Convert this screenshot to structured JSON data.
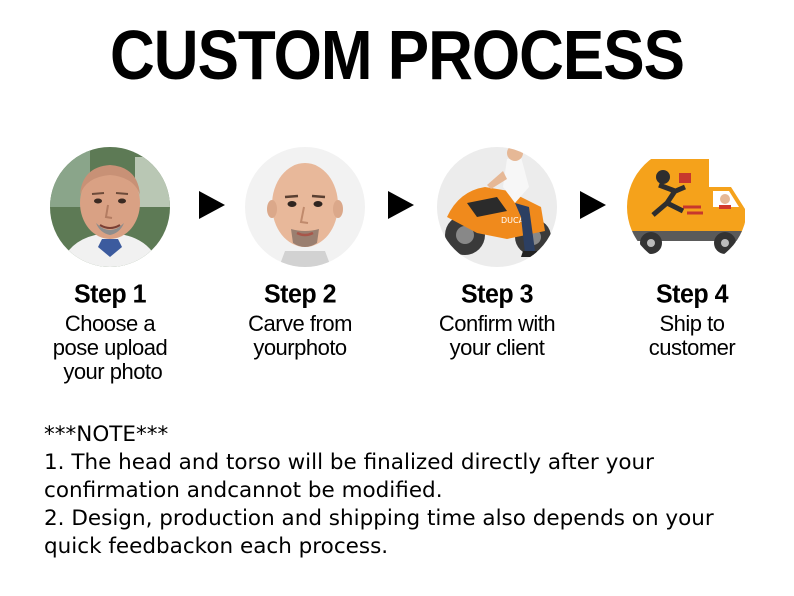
{
  "title": "CUSTOM PROCESS",
  "steps": [
    {
      "title": "Step 1",
      "desc_lines": [
        "Choose a",
        "pose upload",
        " your photo"
      ],
      "icon": "customer-photo"
    },
    {
      "title": "Step 2",
      "desc_lines": [
        "Carve from",
        "yourphoto"
      ],
      "icon": "carved-head"
    },
    {
      "title": "Step 3",
      "desc_lines": [
        "Confirm with",
        "your client"
      ],
      "icon": "motorcycle-figurine"
    },
    {
      "title": "Step 4",
      "desc_lines": [
        "Ship to",
        "customer"
      ],
      "icon": "delivery-truck"
    }
  ],
  "note": {
    "heading": "***NOTE***",
    "lines": [
      "1. The head and torso will be finalized directly after your",
      "confirmation andcannot be modified.",
      "2. Design, production and shipping time also depends on your",
      "quick feedbackon each process."
    ]
  },
  "colors": {
    "text": "#000000",
    "truck": "#f5a21b",
    "bike": "#f08a1c"
  }
}
